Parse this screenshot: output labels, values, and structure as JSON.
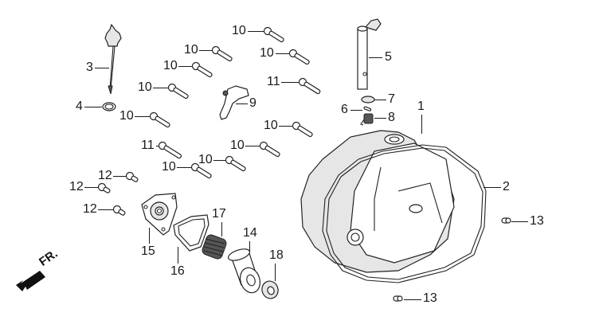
{
  "diagram": {
    "title": "Right Crankcase Cover",
    "direction_indicator": "FR.",
    "callouts": [
      {
        "id": "c1",
        "label": "1",
        "part": "Right crankcase cover"
      },
      {
        "id": "c2",
        "label": "2",
        "part": "Cover gasket"
      },
      {
        "id": "c3",
        "label": "3",
        "part": "Oil dipstick"
      },
      {
        "id": "c4",
        "label": "4",
        "part": "O-ring"
      },
      {
        "id": "c5",
        "label": "5",
        "part": "Clutch lifter shaft"
      },
      {
        "id": "c6",
        "label": "6",
        "part": "Pin"
      },
      {
        "id": "c7",
        "label": "7",
        "part": "Oil seal"
      },
      {
        "id": "c8",
        "label": "8",
        "part": "Spring"
      },
      {
        "id": "c9",
        "label": "9",
        "part": "Lifter arm"
      },
      {
        "id": "c10a",
        "label": "10",
        "part": "Bolt"
      },
      {
        "id": "c10b",
        "label": "10",
        "part": "Bolt"
      },
      {
        "id": "c10c",
        "label": "10",
        "part": "Bolt"
      },
      {
        "id": "c10d",
        "label": "10",
        "part": "Bolt"
      },
      {
        "id": "c10e",
        "label": "10",
        "part": "Bolt"
      },
      {
        "id": "c10f",
        "label": "10",
        "part": "Bolt"
      },
      {
        "id": "c10g",
        "label": "10",
        "part": "Bolt"
      },
      {
        "id": "c10h",
        "label": "10",
        "part": "Bolt"
      },
      {
        "id": "c10i",
        "label": "10",
        "part": "Bolt"
      },
      {
        "id": "c10j",
        "label": "10",
        "part": "Bolt"
      },
      {
        "id": "c11a",
        "label": "11",
        "part": "Bolt"
      },
      {
        "id": "c11b",
        "label": "11",
        "part": "Bolt"
      },
      {
        "id": "c12a",
        "label": "12",
        "part": "Bolt"
      },
      {
        "id": "c12b",
        "label": "12",
        "part": "Bolt"
      },
      {
        "id": "c12c",
        "label": "12",
        "part": "Bolt"
      },
      {
        "id": "c13a",
        "label": "13",
        "part": "Dowel pin"
      },
      {
        "id": "c13b",
        "label": "13",
        "part": "Dowel pin"
      },
      {
        "id": "c14",
        "label": "14",
        "part": "Oil filter"
      },
      {
        "id": "c15",
        "label": "15",
        "part": "Oil filter cover"
      },
      {
        "id": "c16",
        "label": "16",
        "part": "Spring"
      },
      {
        "id": "c17",
        "label": "17",
        "part": "Filter cover gasket"
      },
      {
        "id": "c18",
        "label": "18",
        "part": "Seal washer"
      }
    ]
  }
}
